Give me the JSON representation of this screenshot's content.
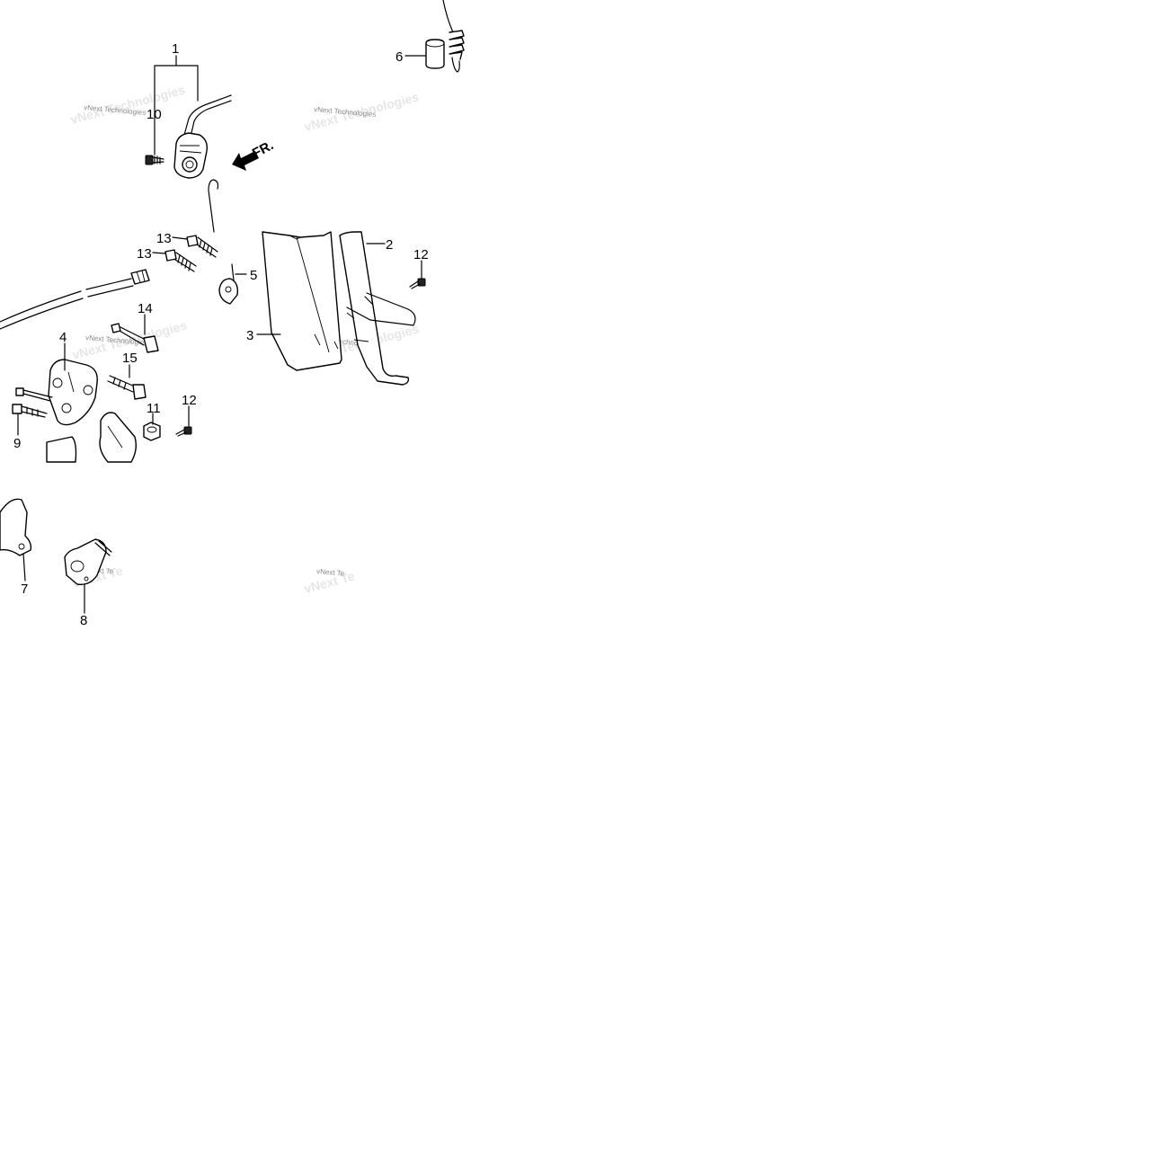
{
  "callouts": {
    "c1": "1",
    "c2": "2",
    "c3": "3",
    "c4": "4",
    "c5": "5",
    "c6": "6",
    "c7": "7",
    "c8": "8",
    "c9": "9",
    "c10": "10",
    "c11": "11",
    "c12a": "12",
    "c12b": "12",
    "c13a": "13",
    "c13b": "13",
    "c14": "14",
    "c15": "15"
  },
  "direction_arrow": {
    "label": "FR."
  },
  "watermark": {
    "text": "vNext Technologies",
    "text_short": "vNext Te"
  }
}
